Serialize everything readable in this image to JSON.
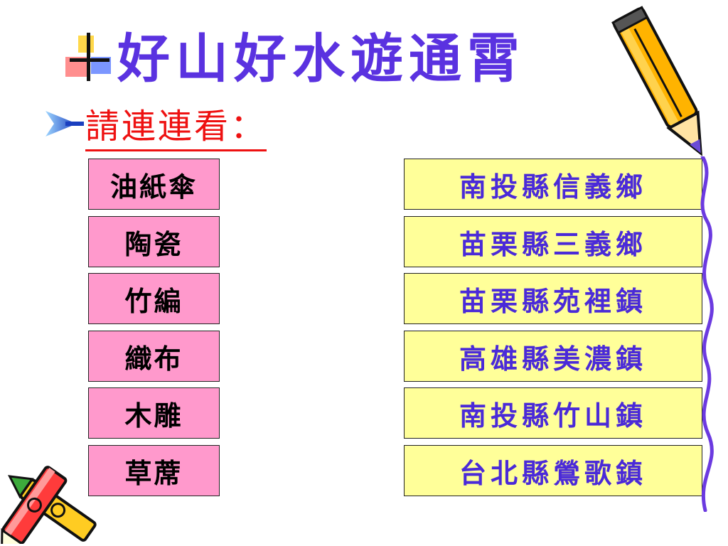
{
  "slide": {
    "title": "好山好水遊通霄",
    "subtitle": "請連連看：",
    "left_items": [
      "油紙傘",
      "陶瓷",
      "竹編",
      "織布",
      "木雕",
      "草蓆"
    ],
    "right_items": [
      "南投縣信義鄉",
      "苗栗縣三義鄉",
      "苗栗縣苑裡鎮",
      "高雄縣美濃鎮",
      "南投縣竹山鎮",
      "台北縣鶯歌鎮"
    ]
  },
  "colors": {
    "title": "#5a32e0",
    "subtitle": "#ee1111",
    "left_box_fill": "#ff99cc",
    "right_box_fill": "#ffff99",
    "right_text": "#4a2ad8"
  },
  "icons": [
    "cross-bullet-icon",
    "arrow-bullet-icon",
    "pencil-icon",
    "squiggle-line-icon",
    "crayons-icon"
  ]
}
